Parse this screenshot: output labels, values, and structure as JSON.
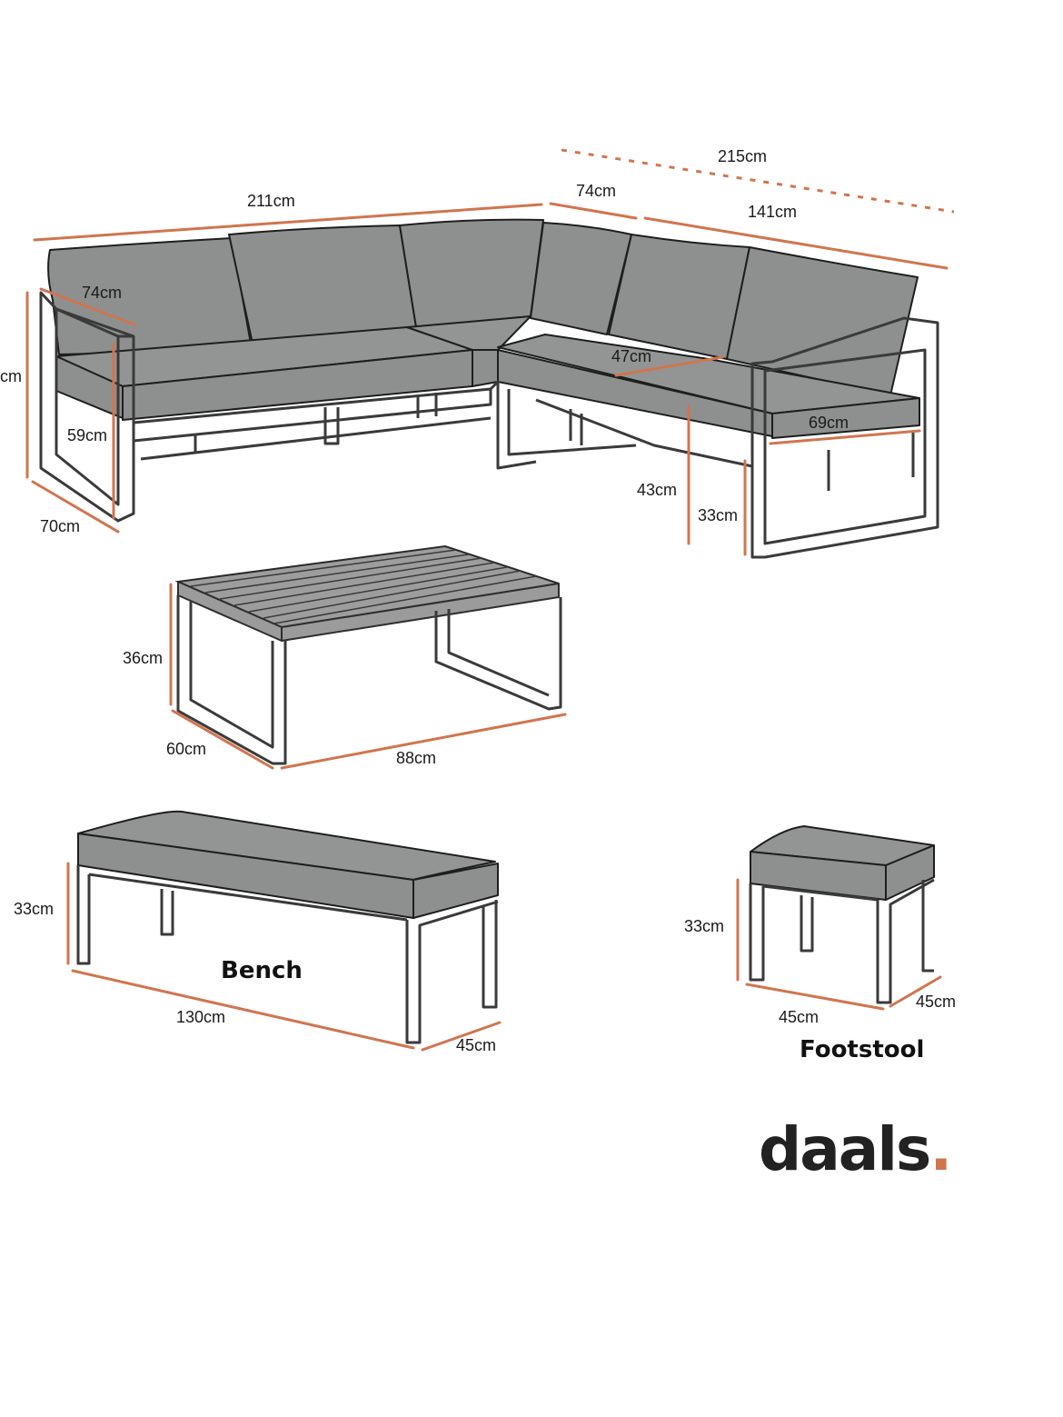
{
  "sofa": {
    "total_length_left": "211cm",
    "total_length_right": "215cm",
    "corner_depth": "74cm",
    "right_section_length": "141cm",
    "arm_depth": "74cm",
    "height_left": "cm",
    "arm_height": "59cm",
    "depth_left": "70cm",
    "seat_depth": "47cm",
    "seat_width": "69cm",
    "seat_height": "43cm",
    "leg_height": "33cm"
  },
  "coffee_table": {
    "height": "36cm",
    "depth": "60cm",
    "length": "88cm"
  },
  "bench": {
    "title": "Bench",
    "height": "33cm",
    "length": "130cm",
    "depth": "45cm"
  },
  "footstool": {
    "title": "Footstool",
    "height": "33cm",
    "width": "45cm",
    "depth": "45cm"
  },
  "brand": {
    "name": "daals",
    "dot": ".",
    "accent_color": "#d0754f"
  }
}
